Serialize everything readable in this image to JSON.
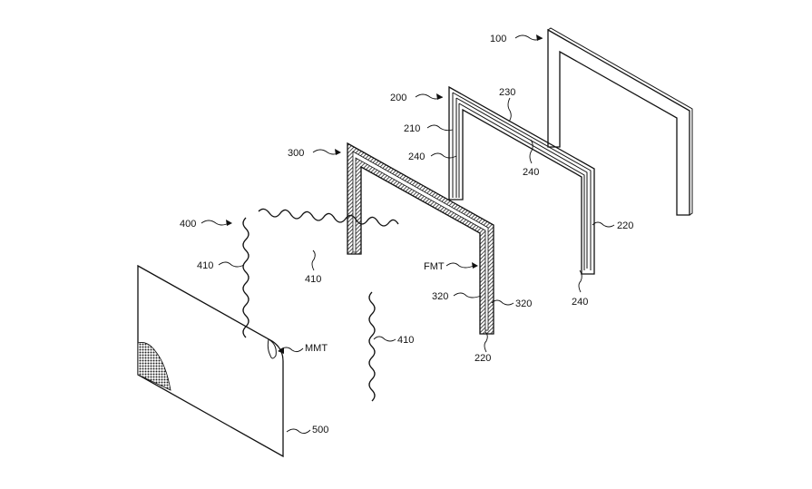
{
  "labels": {
    "l100": "100",
    "l200": "200",
    "l210": "210",
    "l230": "230",
    "l240a": "240",
    "l240b": "240",
    "l240c": "240",
    "l220a": "220",
    "l300": "300",
    "lfmt": "FMT",
    "l320a": "320",
    "l320b": "320",
    "l220b": "220",
    "l400": "400",
    "l410a": "410",
    "l410b": "410",
    "l410c": "410",
    "lmmt": "MMT",
    "l500": "500"
  },
  "colors": {
    "line": "#111111",
    "hatch": "#333333",
    "background": "#ffffff"
  }
}
